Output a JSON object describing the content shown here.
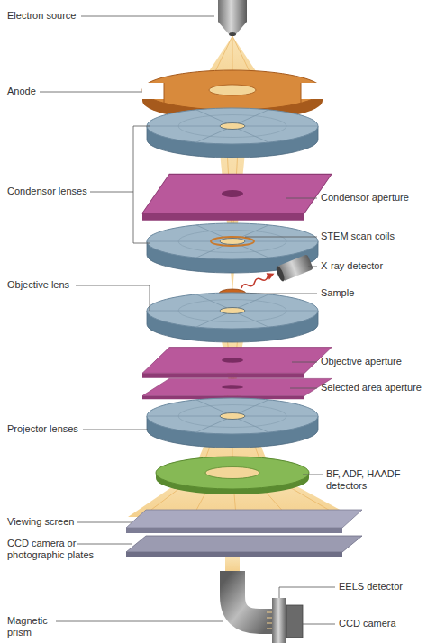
{
  "diagram": {
    "labels": [
      "Electron source",
      "Anode",
      "Condensor lenses",
      "Condensor aperture",
      "STEM scan coils",
      "X-ray detector",
      "Objective lens",
      "Sample",
      "Objective aperture",
      "Selected area aperture",
      "Projector lenses",
      "BF, ADF, HAADF detectors",
      "Viewing screen",
      "CCD camera or photographic plates",
      "EELS detector",
      "Magnetic prism",
      "CCD camera"
    ]
  }
}
